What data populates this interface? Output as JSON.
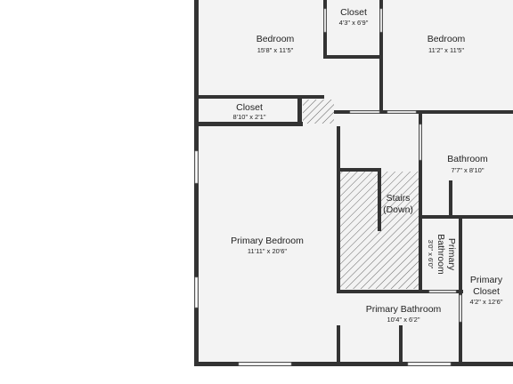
{
  "floor_plan": {
    "rooms": {
      "bedroom_left": {
        "name": "Bedroom",
        "dims": "15'8\" x 11'5\""
      },
      "closet_top": {
        "name": "Closet",
        "dims": "4'3\" x 6'9\""
      },
      "bedroom_right": {
        "name": "Bedroom",
        "dims": "11'2\" x 11'5\""
      },
      "closet_left": {
        "name": "Closet",
        "dims": "8'10\" x 2'1\""
      },
      "bathroom": {
        "name": "Bathroom",
        "dims": "7'7\" x 8'10\""
      },
      "stairs": {
        "name_line1": "Stairs",
        "name_line2": "(Down)"
      },
      "primary_bedroom": {
        "name": "Primary Bedroom",
        "dims": "11'11\" x 20'6\""
      },
      "small_bath": {
        "name_line1": "Primary",
        "name_line2": "Bathroom",
        "dims": "3'0\" x 6'0\""
      },
      "primary_closet": {
        "name_line1": "Primary",
        "name_line2": "Closet",
        "dims": "4'2\" x 12'6\""
      },
      "primary_bathroom": {
        "name": "Primary Bathroom",
        "dims": "10'4\" x 6'2\""
      }
    },
    "colors": {
      "floor": "#f3f3f3",
      "wall": "#333333",
      "window": "#ffffff",
      "hatch": "#666666",
      "text": "#222222"
    }
  }
}
